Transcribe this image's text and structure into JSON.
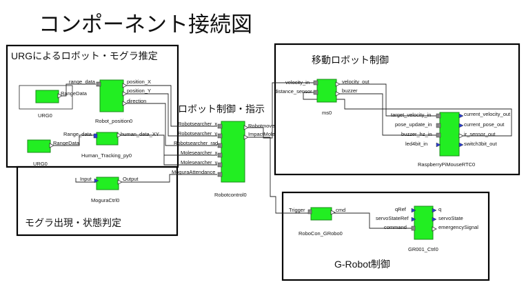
{
  "title": "コンポーネント接続図",
  "groups": {
    "urg": "URGによるロボット・モグラ推定",
    "mogura": "モグラ出現・状態判定",
    "control": "ロボット制御・指示",
    "mobile": "移動ロボット制御",
    "grobot": "G-Robot制御"
  },
  "components": {
    "urg0_a": {
      "name": "URG0",
      "ports": {
        "out": "RangeData"
      }
    },
    "robot_position0": {
      "name": "Robot_position0",
      "ports": {
        "in": "range_data",
        "pos_x": "position_X",
        "pos_y": "position_Y",
        "dir": "direction"
      }
    },
    "urg0_b": {
      "name": "URG0",
      "ports": {
        "out": "RangeData"
      }
    },
    "human_tracking": {
      "name": "Human_Tracking_py0",
      "ports": {
        "in": "Range_data",
        "out": "human_data_XY"
      }
    },
    "mogura_ctrl": {
      "name": "MoguraCtrl0",
      "ports": {
        "in": "Input",
        "out": "Output"
      }
    },
    "robotcontrol0": {
      "name": "Robotcontrol0",
      "inputs": [
        "Robotsearcher_x",
        "Robotsearcher_y",
        "Robotsearcher_rad",
        "Molesearcher_x",
        "Molesearcher_y",
        "MoguraAttendance"
      ],
      "outputs": [
        "Robotmove",
        "ImpactMole"
      ]
    },
    "ms0": {
      "name": "ms0",
      "inputs": [
        "velocity_in",
        "distance_sensor"
      ],
      "outputs": [
        "velocity_out",
        "buzzer"
      ]
    },
    "raspberry": {
      "name": "RaspberryPiMouseRTC0",
      "inputs": [
        "target_velocity_in",
        "pose_update_in",
        "buzzer_hz_in",
        "led4bit_in"
      ],
      "outputs": [
        "current_velocity_out",
        "current_pose_out",
        "ir_sensor_out",
        "switch3bit_out"
      ]
    },
    "robocon": {
      "name": "RoboCon_GRobo0",
      "ports": {
        "in": "Trigger",
        "out": "cmd"
      }
    },
    "gr001": {
      "name": "GR001_Ctrl0",
      "inputs": [
        "qRef",
        "servoStateRef",
        "command"
      ],
      "outputs": [
        "q",
        "servoState",
        "emergencySignal"
      ]
    }
  },
  "colors": {
    "component": "#22ee22",
    "component_border": "#1a8a1a",
    "port_in": "#2a3fd0",
    "port_in_alt": "#8a8a8a",
    "line": "#222222"
  }
}
